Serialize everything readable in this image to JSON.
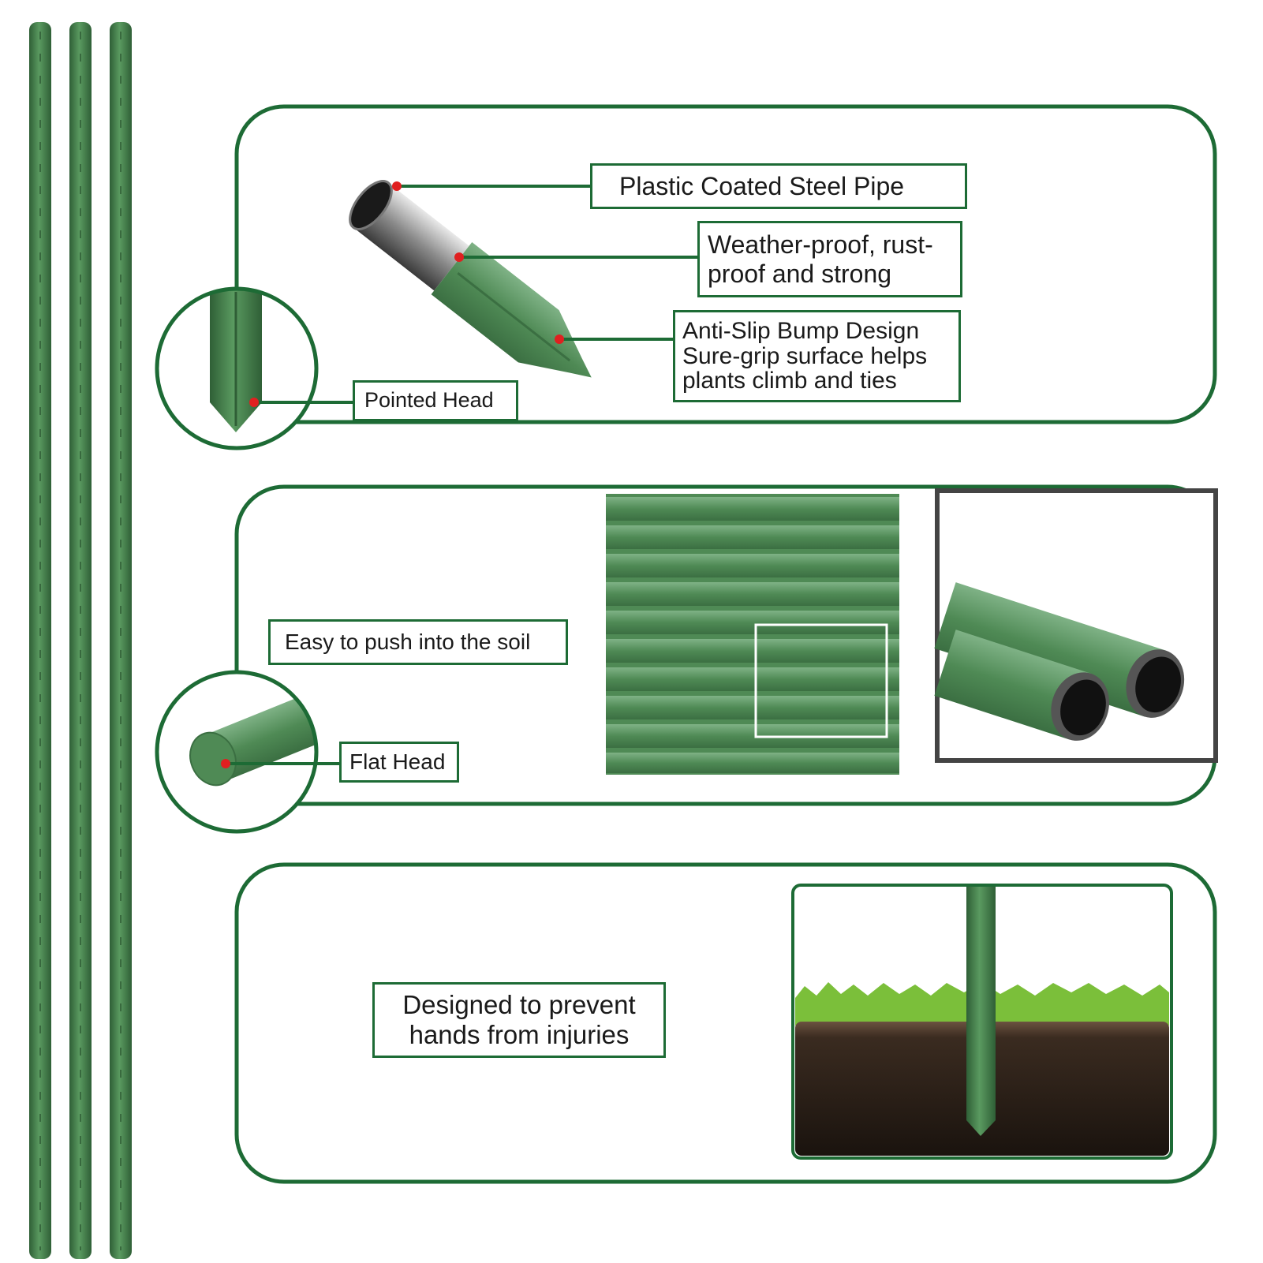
{
  "labels": {
    "plastic_coated": "Plastic Coated Steel Pipe",
    "weather_proof": "Weather-proof, rust-\nproof and strong",
    "anti_slip": "Anti-Slip Bump Design\nSure-grip surface helps\nplants climb and ties",
    "pointed_head": "Pointed Head",
    "easy_push": "Easy to push into the soil",
    "flat_head": "Flat Head",
    "designed": "Designed to prevent\nhands from injuries"
  },
  "colors": {
    "frame_green": "#1d6b35",
    "stake_green": "#4f8a55",
    "stake_dark": "#2f5f36",
    "marker_red": "#e02020",
    "soil": "#2a2018",
    "grass": "#7bbf3a"
  },
  "icons": {
    "stakes": "garden-stake-icon",
    "pipe": "steel-pipe-icon",
    "pointed": "pointed-tip-icon",
    "flat": "flat-tip-icon"
  }
}
